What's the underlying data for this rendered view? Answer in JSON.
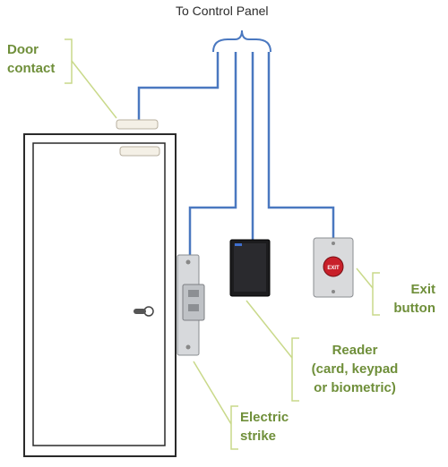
{
  "title": "To Control Panel",
  "labels": {
    "door_contact": [
      "Door",
      "contact"
    ],
    "exit_button": [
      "Exit",
      "button"
    ],
    "reader": [
      "Reader",
      "(card, keypad",
      "or biometric)"
    ],
    "electric_strike": [
      "Electric",
      "strike"
    ]
  },
  "device_text": {
    "exit_button_face": "EXIT"
  },
  "colors": {
    "wire": "#4a78c0",
    "callout": "#c9d98a",
    "label_text": "#6f8f3a",
    "exit_button_red": "#c8202a"
  }
}
